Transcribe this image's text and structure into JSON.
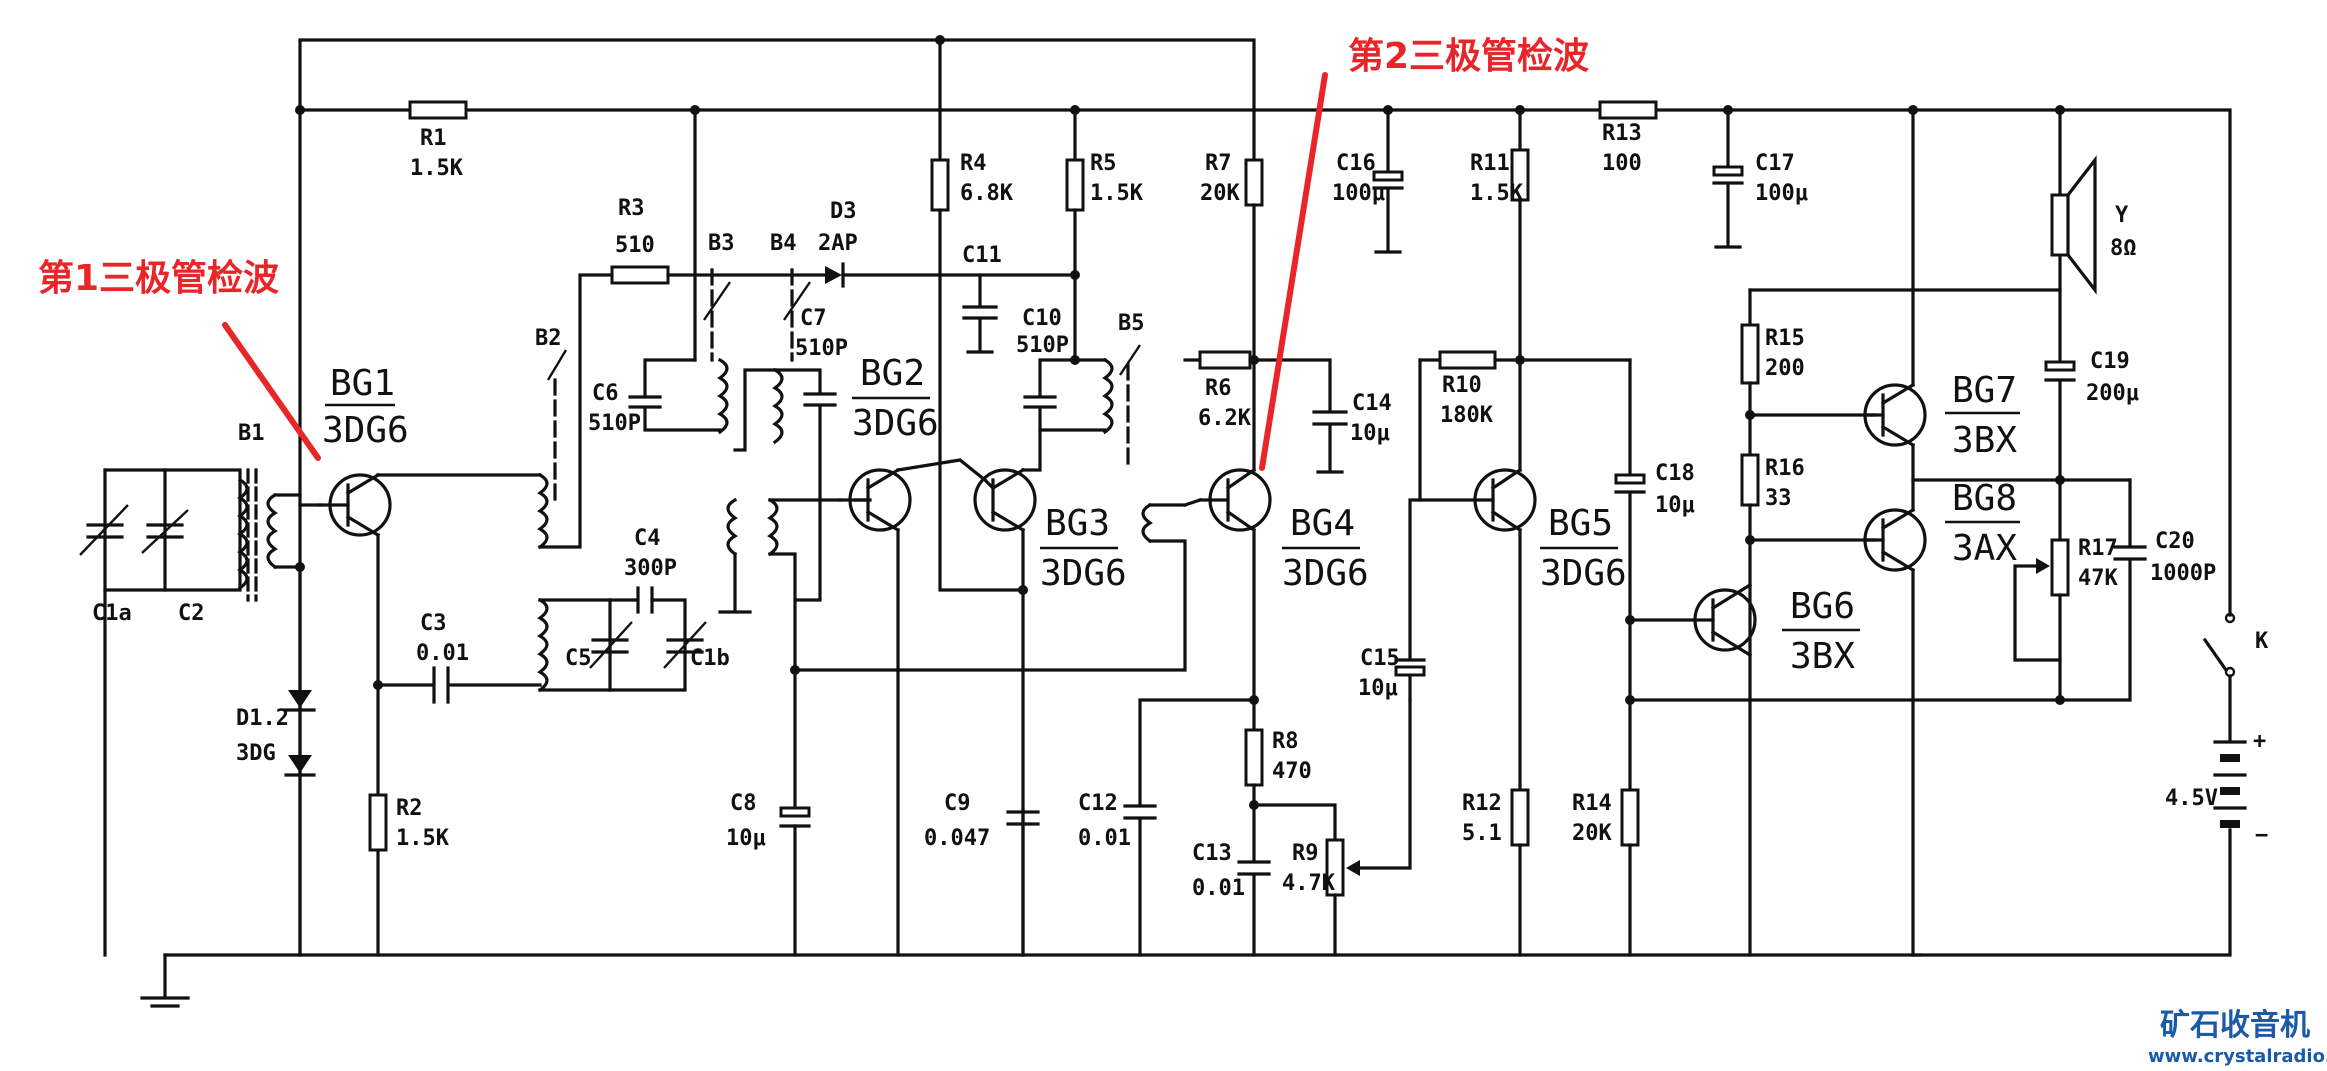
{
  "annotations": {
    "first": "第1三极管检波",
    "second": "第2三极管检波"
  },
  "transistors": {
    "bg1": {
      "name": "BG1",
      "type": "3DG6"
    },
    "bg2": {
      "name": "BG2",
      "type": "3DG6"
    },
    "bg3": {
      "name": "BG3",
      "type": "3DG6"
    },
    "bg4": {
      "name": "BG4",
      "type": "3DG6"
    },
    "bg5": {
      "name": "BG5",
      "type": "3DG6"
    },
    "bg6": {
      "name": "BG6",
      "type": "3BX"
    },
    "bg7": {
      "name": "BG7",
      "type": "3BX"
    },
    "bg8": {
      "name": "BG8",
      "type": "3AX"
    }
  },
  "resistors": {
    "r1": {
      "name": "R1",
      "value": "1.5K"
    },
    "r2": {
      "name": "R2",
      "value": "1.5K"
    },
    "r3": {
      "name": "R3",
      "value": "510"
    },
    "r4": {
      "name": "R4",
      "value": "6.8K"
    },
    "r5": {
      "name": "R5",
      "value": "1.5K"
    },
    "r6": {
      "name": "R6",
      "value": "6.2K"
    },
    "r7": {
      "name": "R7",
      "value": "20K"
    },
    "r8": {
      "name": "R8",
      "value": "470"
    },
    "r9": {
      "name": "R9",
      "value": "4.7K"
    },
    "r10": {
      "name": "R10",
      "value": "180K"
    },
    "r11": {
      "name": "R11",
      "value": "1.5K"
    },
    "r12": {
      "name": "R12",
      "value": "5.1"
    },
    "r13": {
      "name": "R13",
      "value": "100"
    },
    "r14": {
      "name": "R14",
      "value": "20K"
    },
    "r15": {
      "name": "R15",
      "value": "200"
    },
    "r16": {
      "name": "R16",
      "value": "33"
    },
    "r17": {
      "name": "R17",
      "value": "47K"
    }
  },
  "capacitors": {
    "c1a": {
      "name": "C1a"
    },
    "c1b": {
      "name": "C1b"
    },
    "c2": {
      "name": "C2"
    },
    "c3": {
      "name": "C3",
      "value": "0.01"
    },
    "c4": {
      "name": "C4",
      "value": "300P"
    },
    "c5": {
      "name": "C5"
    },
    "c6": {
      "name": "C6",
      "value": "510P"
    },
    "c7": {
      "name": "C7",
      "value": "510P"
    },
    "c8": {
      "name": "C8",
      "value": "10μ"
    },
    "c9": {
      "name": "C9",
      "value": "0.047"
    },
    "c10": {
      "name": "C10",
      "value": "510P"
    },
    "c11": {
      "name": "C11"
    },
    "c12": {
      "name": "C12",
      "value": "0.01"
    },
    "c13": {
      "name": "C13",
      "value": "0.01"
    },
    "c14": {
      "name": "C14",
      "value": "10μ"
    },
    "c15": {
      "name": "C15",
      "value": "10μ"
    },
    "c16": {
      "name": "C16",
      "value": "100μ"
    },
    "c17": {
      "name": "C17",
      "value": "100μ"
    },
    "c18": {
      "name": "C18",
      "value": "10μ"
    },
    "c19": {
      "name": "C19",
      "value": "200μ"
    },
    "c20": {
      "name": "C20",
      "value": "1000P"
    }
  },
  "coils": {
    "b1": "B1",
    "b2": "B2",
    "b3": "B3",
    "b4": "B4",
    "b5": "B5"
  },
  "diodes": {
    "d12": {
      "name": "D1.2",
      "type": "3DG"
    },
    "d3": {
      "name": "D3",
      "type": "2AP"
    }
  },
  "speaker": {
    "name": "Y",
    "value": "8Ω"
  },
  "switch": {
    "name": "K"
  },
  "battery": {
    "value": "4.5V",
    "plus": "+",
    "minus": "−"
  },
  "watermark": {
    "title": "矿石收音机",
    "url": "www.crystalradio.cn"
  }
}
